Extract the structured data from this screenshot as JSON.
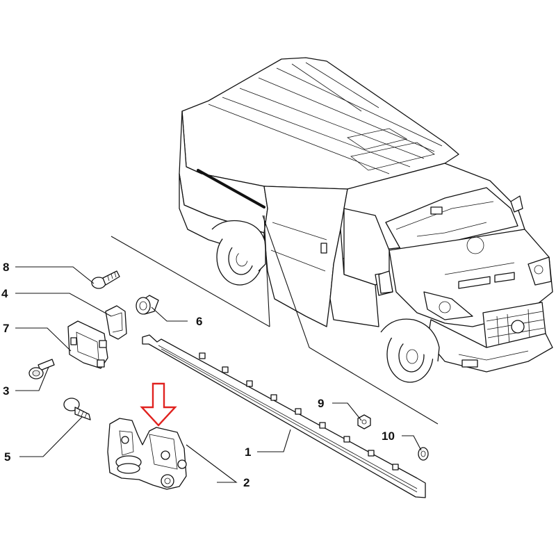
{
  "diagram": {
    "callouts": [
      "1",
      "2",
      "3",
      "4",
      "5",
      "6",
      "7",
      "8",
      "9",
      "10"
    ]
  },
  "indicator": {
    "arrow_color": "#e0221f"
  },
  "icons": {
    "vehicle": "van-illustration",
    "arrow": "down-arrow-icon"
  }
}
